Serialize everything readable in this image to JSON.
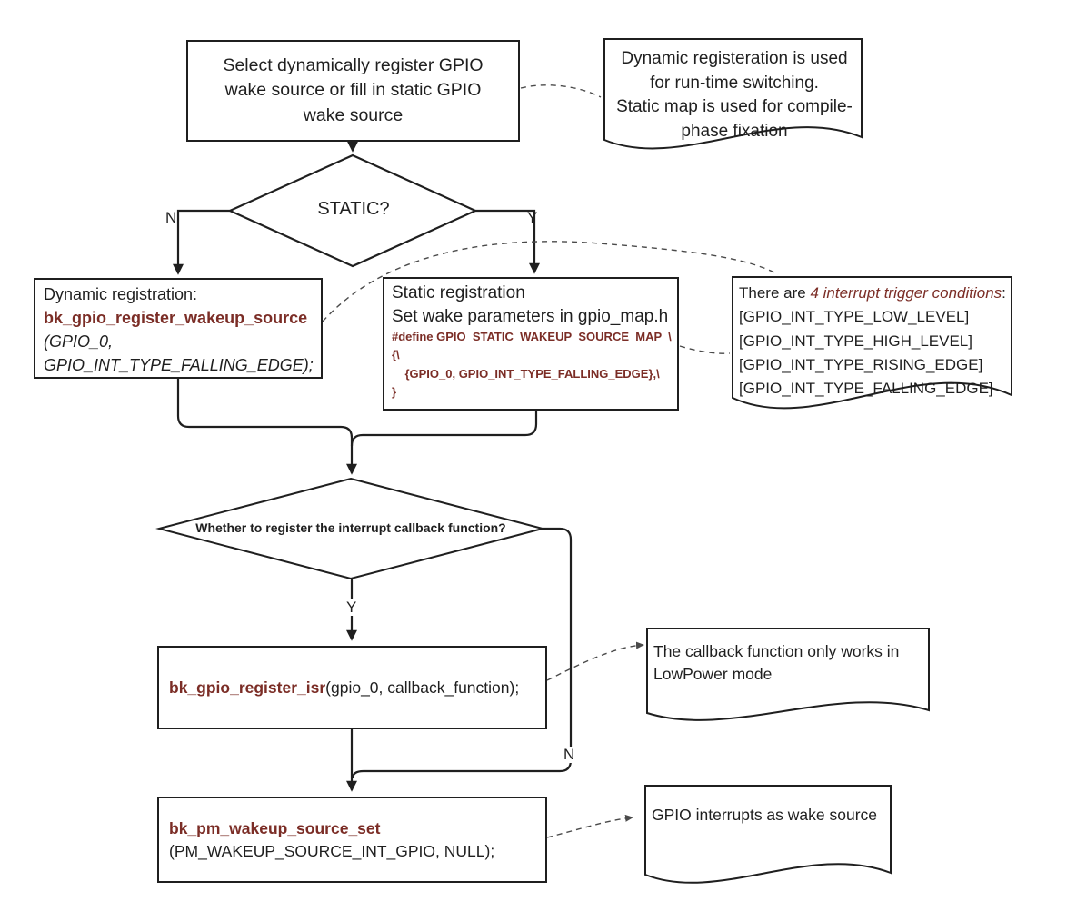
{
  "colors": {
    "code_maroon": "#7b2d26",
    "line_black": "#1f1f1f",
    "dashed_gray": "#4a4a4a"
  },
  "nodes": {
    "start": {
      "text": "Select dynamically register GPIO wake source or fill in static GPIO wake source"
    },
    "note_top": {
      "lines": [
        "Dynamic registeration is used",
        "for run-time switching.",
        "Static map is used for compile-",
        "phase fixation"
      ]
    },
    "decision_static": {
      "label": "STATIC?",
      "no": "N",
      "yes": "Y"
    },
    "dynamic_box": {
      "title": "Dynamic registration:",
      "func": "bk_gpio_register_wakeup_source",
      "arg_line1": "(GPIO_0,",
      "arg_line2": "GPIO_INT_TYPE_FALLING_EDGE);"
    },
    "static_box": {
      "title": "Static registration",
      "subtitle": "Set wake parameters in gpio_map.h",
      "code_lines": [
        "#define GPIO_STATIC_WAKEUP_SOURCE_MAP  \\",
        "{\\",
        "    {GPIO_0, GPIO_INT_TYPE_FALLING_EDGE},\\",
        "}"
      ]
    },
    "note_triggers": {
      "intro_prefix": "There are ",
      "intro_emphasis": "4 interrupt trigger conditions",
      "intro_suffix": ":",
      "items": [
        "[GPIO_INT_TYPE_LOW_LEVEL]",
        "[GPIO_INT_TYPE_HIGH_LEVEL]",
        "[GPIO_INT_TYPE_RISING_EDGE]",
        "[GPIO_INT_TYPE_FALLING_EDGE]"
      ]
    },
    "decision_callback": {
      "label": "Whether to register the interrupt callback function?",
      "yes": "Y",
      "no": "N"
    },
    "isr_box": {
      "func": "bk_gpio_register_isr",
      "args": "(gpio_0, callback_function);"
    },
    "note_callback": {
      "text": "The callback function only works in LowPower mode"
    },
    "pm_box": {
      "func": "bk_pm_wakeup_source_set",
      "args": "(PM_WAKEUP_SOURCE_INT_GPIO, NULL);"
    },
    "note_pm": {
      "text": "GPIO interrupts as wake source"
    }
  }
}
